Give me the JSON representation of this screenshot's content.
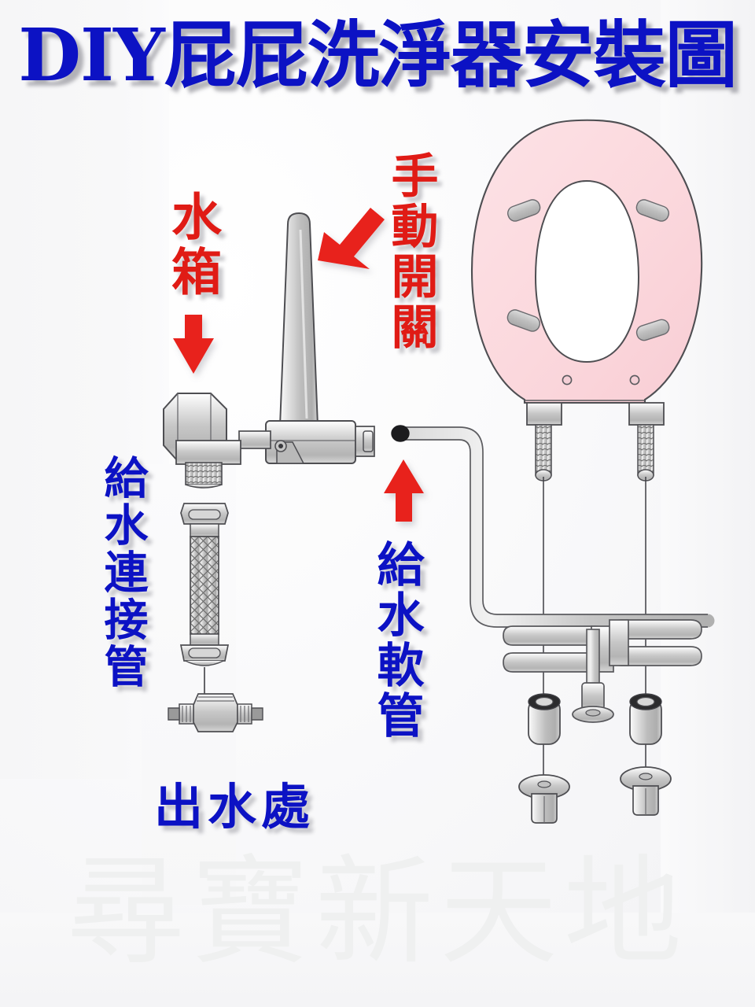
{
  "document": {
    "title": "DIY屁屁洗淨器安裝圖",
    "watermark": "尋寶新天地",
    "background_color": "#f7f7f8",
    "title_color": "#0c12c4",
    "accent_red": "#e01b15",
    "accent_blue": "#0c12c4",
    "seat_color": "#fbd9dd",
    "metal_color": "#cfcfcf"
  },
  "labels": {
    "water_tank": "水箱",
    "manual_switch": "手動開關",
    "supply_connector": "給水連接管",
    "supply_hose": "給水軟管",
    "water_outlet": "出水處"
  },
  "parts": [
    {
      "id": "toilet-seat",
      "label": "馬桶座",
      "color": "#fbd9dd"
    },
    {
      "id": "t-valve",
      "label": "手動開關",
      "color": "#cfcfcf"
    },
    {
      "id": "braided-hose",
      "label": "給水連接管",
      "color": "#c9c9c9"
    },
    {
      "id": "outlet-fitting",
      "label": "出水處",
      "color": "#c9c9c9"
    },
    {
      "id": "supply-hose",
      "label": "給水軟管",
      "color": "#cbcbcb"
    },
    {
      "id": "mounting-bracket",
      "label": "固定架",
      "color": "#cbcbcb"
    },
    {
      "id": "seat-bolt-left",
      "label": "螺栓左",
      "color": "#cdcdcd"
    },
    {
      "id": "seat-bolt-right",
      "label": "螺栓右",
      "color": "#cdcdcd"
    },
    {
      "id": "nut-left",
      "label": "螺帽左",
      "color": "#c2c2c2"
    },
    {
      "id": "nut-right",
      "label": "螺帽右",
      "color": "#c2c2c2"
    },
    {
      "id": "anchor-left",
      "label": "膨脹塞左",
      "color": "#c5c5c5"
    },
    {
      "id": "anchor-right",
      "label": "膨脹塞右",
      "color": "#c5c5c5"
    }
  ],
  "arrows": [
    {
      "id": "arrow-tank",
      "direction": "up",
      "color": "#e8201a",
      "points_to": "水箱"
    },
    {
      "id": "arrow-switch",
      "direction": "down-left",
      "color": "#e8201a",
      "points_to": "手動開關"
    },
    {
      "id": "arrow-hose",
      "direction": "up",
      "color": "#e8201a",
      "points_to": "給水軟管"
    }
  ]
}
